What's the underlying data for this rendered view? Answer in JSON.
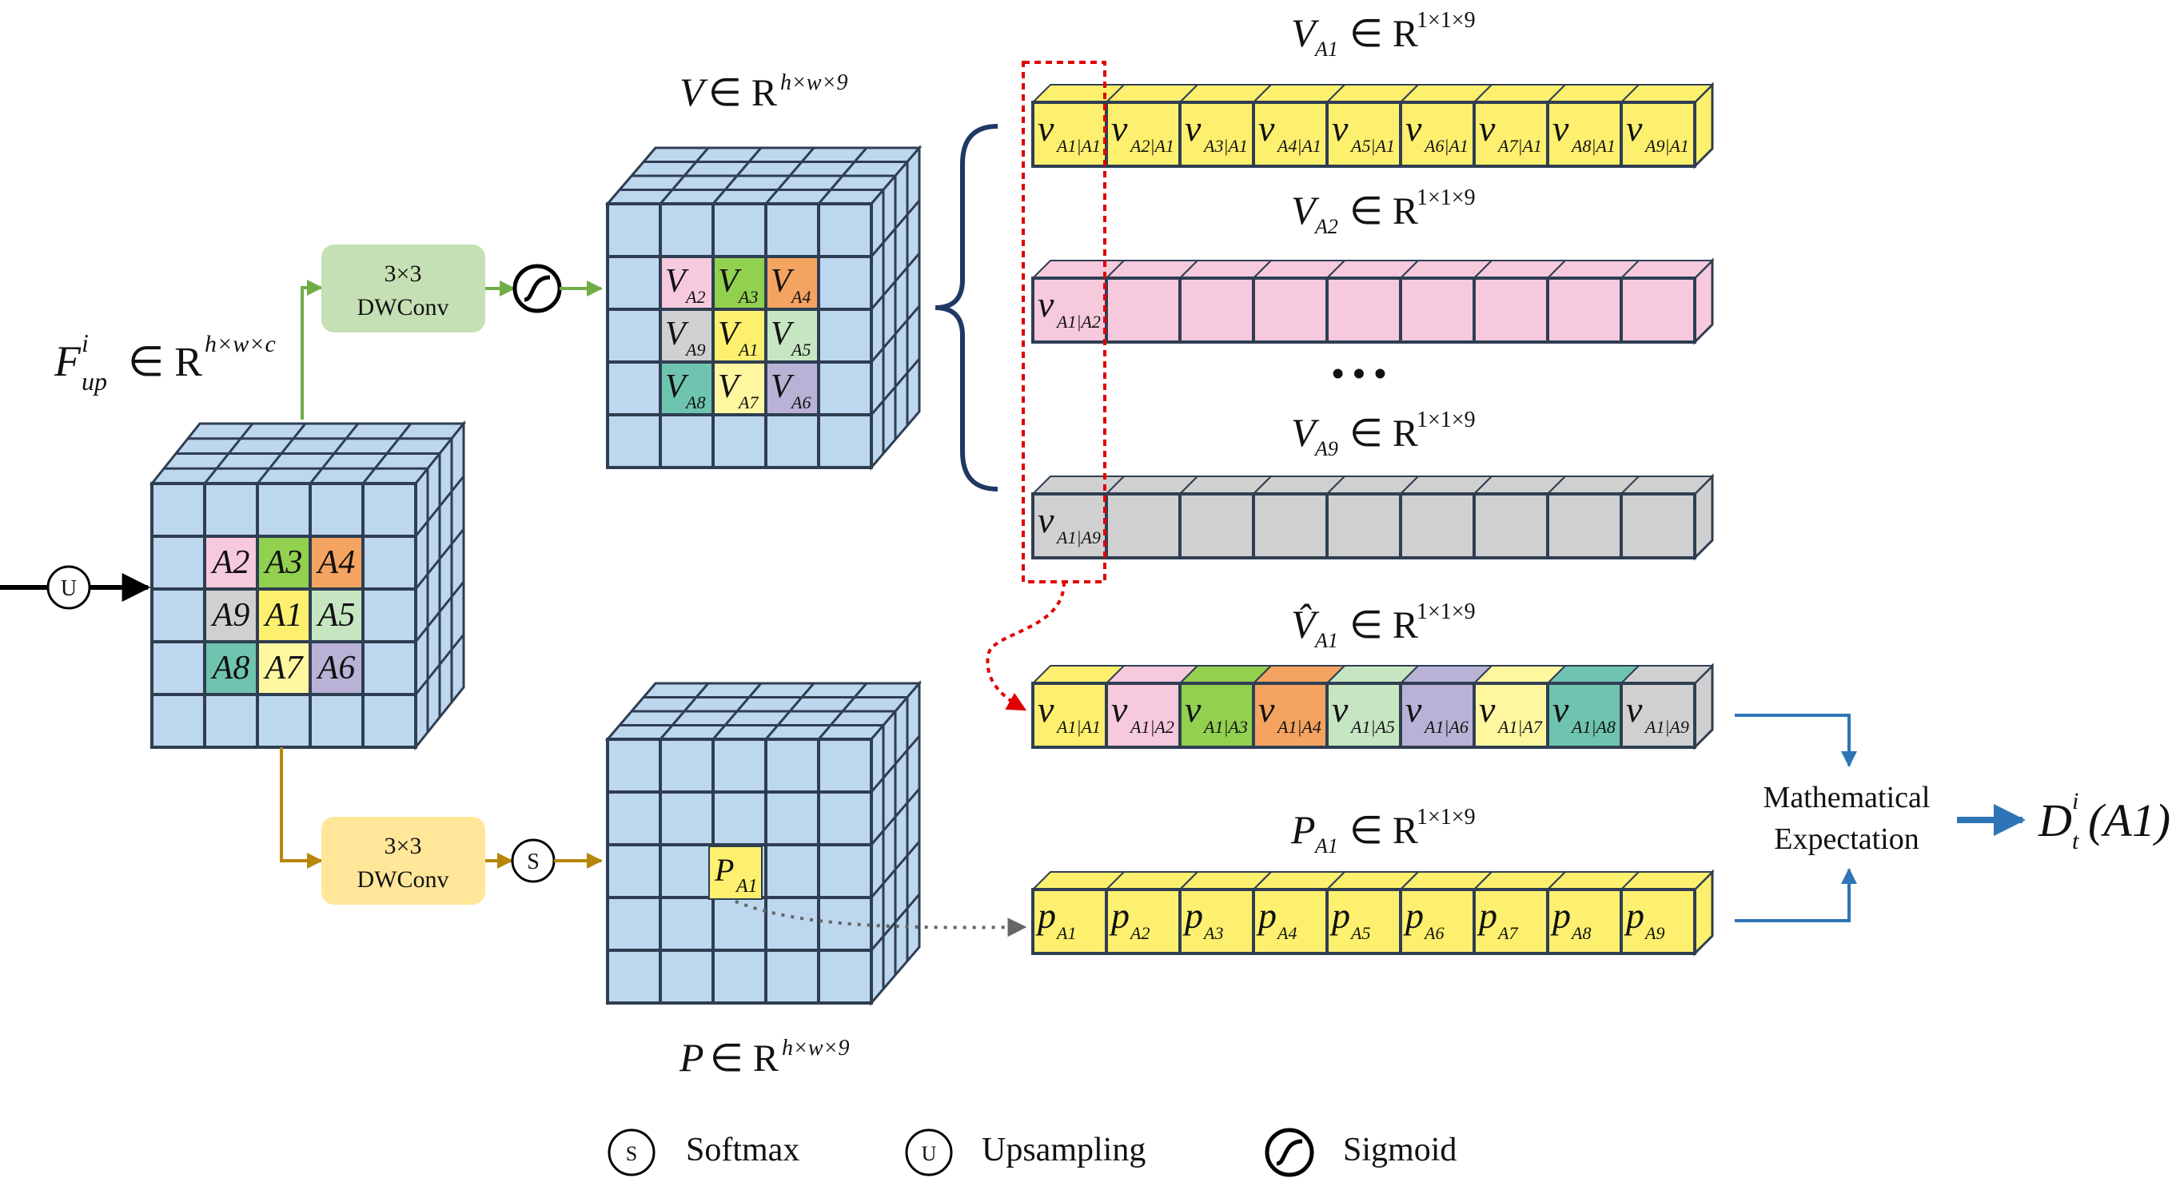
{
  "input_label": {
    "main": "F",
    "sub": "up",
    "sup": "i",
    "rel": "∈ R",
    "dims": "h×w×c"
  },
  "input_cube": {
    "cells": [
      {
        "text": "A2",
        "color": "#f7c9dd"
      },
      {
        "text": "A3",
        "color": "#92d050"
      },
      {
        "text": "A4",
        "color": "#f4a460"
      },
      {
        "text": "A9",
        "color": "#d0d0d0"
      },
      {
        "text": "A1",
        "color": "#fdf06e"
      },
      {
        "text": "A5",
        "color": "#c6e6c2"
      },
      {
        "text": "A8",
        "color": "#6fc4b0"
      },
      {
        "text": "A7",
        "color": "#fff7a0"
      },
      {
        "text": "A6",
        "color": "#b9b2d6"
      }
    ]
  },
  "upsample_symbol": "U",
  "softmax_symbol": "S",
  "conv_top": {
    "line1": "3×3",
    "line2": "DWConv"
  },
  "conv_bottom": {
    "line1": "3×3",
    "line2": "DWConv"
  },
  "v_label": {
    "main": "V",
    "rel": "∈ R",
    "dims": "h×w×9"
  },
  "p_label": {
    "main": "P",
    "rel": "∈ R",
    "dims": "h×w×9"
  },
  "v_cube": {
    "cells": [
      {
        "main": "V",
        "sub": "A2",
        "color": "#f7c9dd"
      },
      {
        "main": "V",
        "sub": "A3",
        "color": "#92d050"
      },
      {
        "main": "V",
        "sub": "A4",
        "color": "#f4a460"
      },
      {
        "main": "V",
        "sub": "A9",
        "color": "#d0d0d0"
      },
      {
        "main": "V",
        "sub": "A1",
        "color": "#fdf06e"
      },
      {
        "main": "V",
        "sub": "A5",
        "color": "#c6e6c2"
      },
      {
        "main": "V",
        "sub": "A8",
        "color": "#6fc4b0"
      },
      {
        "main": "V",
        "sub": "A7",
        "color": "#fff7a0"
      },
      {
        "main": "V",
        "sub": "A6",
        "color": "#b9b2d6"
      }
    ]
  },
  "p_cube_cell": {
    "main": "P",
    "sub": "A1",
    "color": "#fdf06e"
  },
  "va1_label": {
    "main": "V",
    "sub": "A1",
    "rel": "∈ R",
    "dims": "1×1×9"
  },
  "va2_label": {
    "main": "V",
    "sub": "A2",
    "rel": "∈ R",
    "dims": "1×1×9"
  },
  "va9_label": {
    "main": "V",
    "sub": "A9",
    "rel": "∈ R",
    "dims": "1×1×9"
  },
  "vhat_label": {
    "main": "V̂",
    "sub": "A1",
    "rel": "∈ R",
    "dims": "1×1×9"
  },
  "pa1_label": {
    "main": "P",
    "sub": "A1",
    "rel": "∈ R",
    "dims": "1×1×9"
  },
  "ellipsis": "• • •",
  "row_va1": {
    "color": "#fdf06e",
    "cells": [
      "A1|A1",
      "A2|A1",
      "A3|A1",
      "A4|A1",
      "A5|A1",
      "A6|A1",
      "A7|A1",
      "A8|A1",
      "A9|A1"
    ]
  },
  "row_va2": {
    "color": "#f7c9dd",
    "cells": [
      "A1|A2",
      "",
      "",
      "",
      "",
      "",
      "",
      "",
      ""
    ]
  },
  "row_va9": {
    "color": "#d0d0d0",
    "cells": [
      "A1|A9",
      "",
      "",
      "",
      "",
      "",
      "",
      "",
      ""
    ]
  },
  "row_vhat": {
    "cells": [
      {
        "sub": "A1|A1",
        "color": "#fdf06e"
      },
      {
        "sub": "A1|A2",
        "color": "#f7c9dd"
      },
      {
        "sub": "A1|A3",
        "color": "#92d050"
      },
      {
        "sub": "A1|A4",
        "color": "#f4a460"
      },
      {
        "sub": "A1|A5",
        "color": "#c6e6c2"
      },
      {
        "sub": "A1|A6",
        "color": "#b9b2d6"
      },
      {
        "sub": "A1|A7",
        "color": "#fff7a0"
      },
      {
        "sub": "A1|A8",
        "color": "#6fc4b0"
      },
      {
        "sub": "A1|A9",
        "color": "#d0d0d0"
      }
    ]
  },
  "row_pa1": {
    "color": "#fdf06e",
    "cells": [
      "A1",
      "A2",
      "A3",
      "A4",
      "A5",
      "A6",
      "A7",
      "A8",
      "A9"
    ]
  },
  "cell_main_v": "v",
  "cell_main_p": "p",
  "expectation": {
    "line1": "Mathematical",
    "line2": "Expectation"
  },
  "output_label": {
    "main": "D",
    "sub": "t",
    "sup": "i",
    "arg": "(A1)"
  },
  "legend": [
    {
      "symbol": "S",
      "label": "Softmax",
      "icon": "softmax-circle"
    },
    {
      "symbol": "U",
      "label": "Upsampling",
      "icon": "upsampling-circle"
    },
    {
      "symbol": "",
      "label": "Sigmoid",
      "icon": "sigmoid-circle"
    }
  ],
  "colors": {
    "cube": "#bdd7ee",
    "edge": "#2f3e52",
    "green_arrow": "#70ad47",
    "gold_arrow": "#b8860b",
    "blue_arrow": "#2e75b6",
    "conv_top_fill": "#c5e0b4",
    "conv_bottom_fill": "#ffe699",
    "red_dash": "#e00000"
  }
}
